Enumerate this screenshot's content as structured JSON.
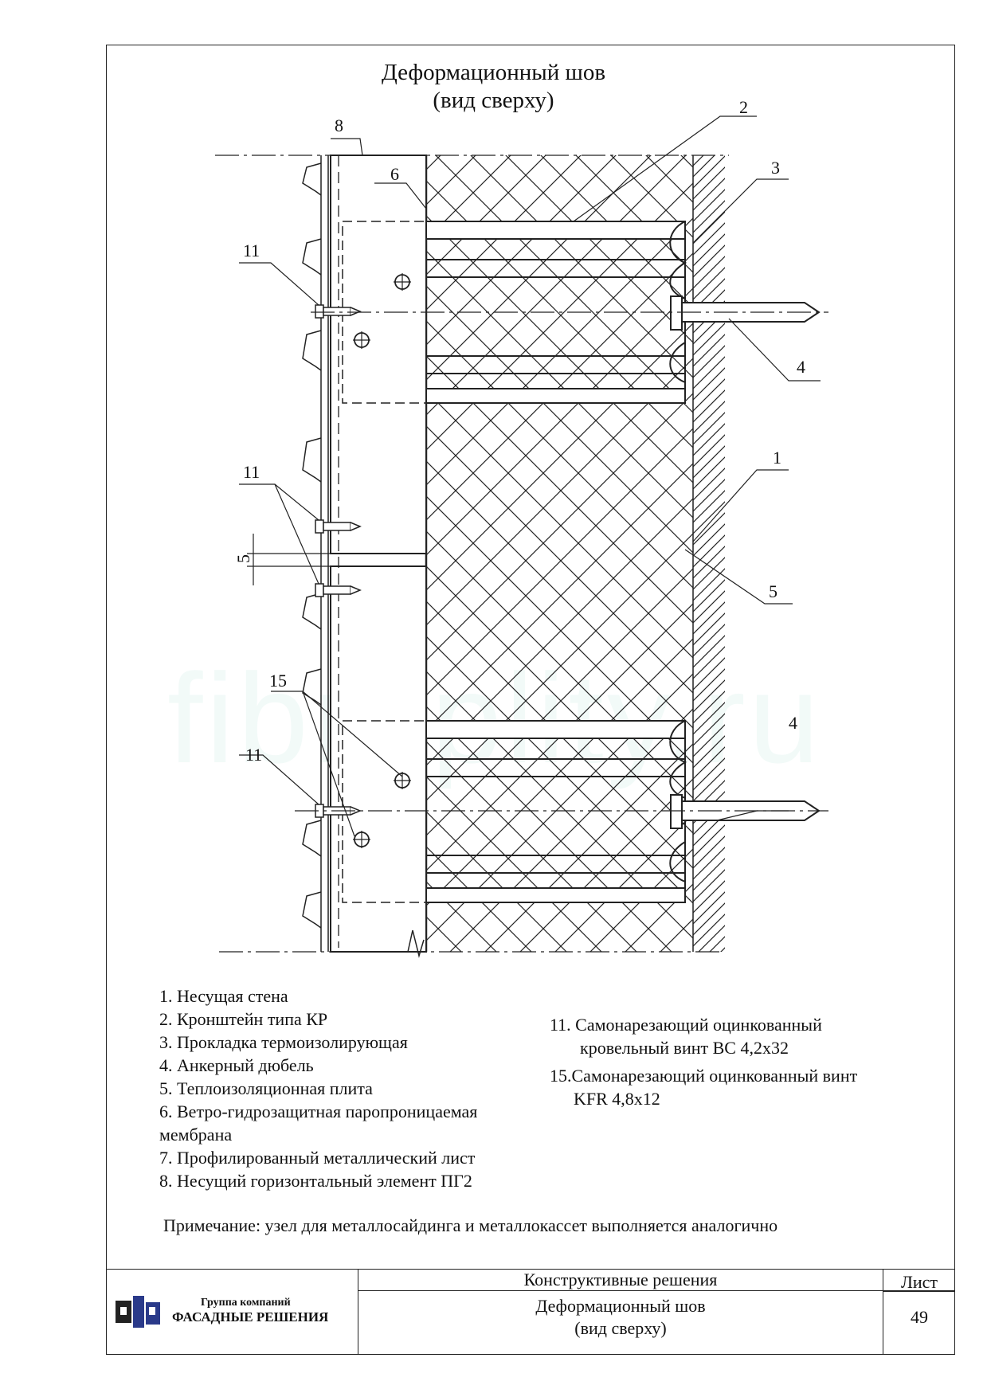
{
  "title": {
    "line1": "Деформационный шов",
    "line2": "(вид сверху)"
  },
  "callouts": {
    "c1": "1",
    "c2": "2",
    "c3": "3",
    "c4a": "4",
    "c4b": "4",
    "c5": "5",
    "c6": "6",
    "c8": "8",
    "c11a": "11",
    "c11b": "11",
    "c11c": "11",
    "c15": "15",
    "dim5": "5"
  },
  "legend_left": [
    "1. Несущая стена",
    "2. Кронштейн типа КР",
    "3. Прокладка термоизолирующая",
    "4. Анкерный дюбель",
    "5. Теплоизоляционная плита",
    "6. Ветро-гидрозащитная паропроницаемая",
    "мембрана",
    "7. Профилированный металлический лист",
    "8. Несущий горизонтальный элемент ПГ2"
  ],
  "legend_right": {
    "item11_line1": "11. Самонарезающий оцинкованный",
    "item11_line2": "кровельный винт ВС 4,2х32",
    "item15_line1": "15.Самонарезающий оцинкованный винт",
    "item15_line2": "KFR 4,8х12"
  },
  "note": "Примечание: узел для металлосайдинга и металлокассет выполняется аналогично",
  "watermark": "fibroplity.ru",
  "title_block": {
    "company_line1": "Группа компаний",
    "company_line2": "ФАСАДНЫЕ РЕШЕНИЯ",
    "section": "Конструктивные решения",
    "sheet_label": "Лист",
    "drawing_name_line1": "Деформационный шов",
    "drawing_name_line2": "(вид сверху)",
    "sheet_number": "49"
  }
}
